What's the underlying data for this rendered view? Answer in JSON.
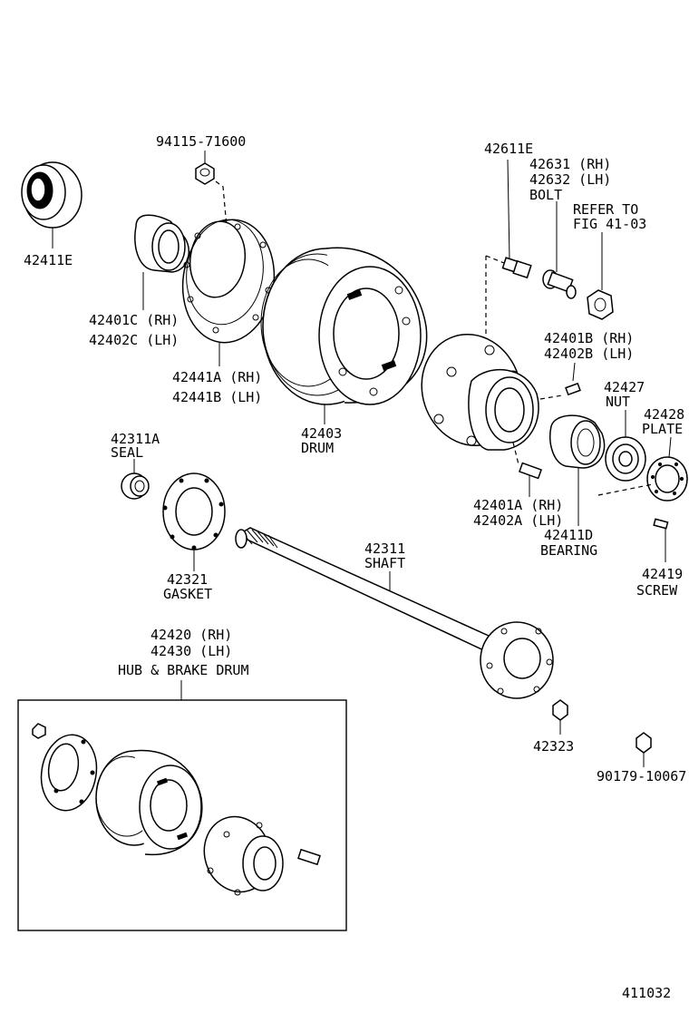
{
  "labels": {
    "p94115": "94115-71600",
    "p42411e": "42411E",
    "p42401c": "42401C (RH)",
    "p42402c": "42402C (LH)",
    "p42441a": "42441A (RH)",
    "p42441b": "42441B (LH)",
    "p42403": "42403",
    "drum": "DRUM",
    "p42611e": "42611E",
    "p42631": "42631 (RH)",
    "p42632": "42632 (LH)",
    "bolt": "BOLT",
    "refer1": "REFER TO",
    "refer2": "FIG 41-03",
    "p42401b": "42401B (RH)",
    "p42402b": "42402B (LH)",
    "p42427": "42427",
    "nut": "NUT",
    "p42428": "42428",
    "plate": "PLATE",
    "p42311a": "42311A",
    "seal": "SEAL",
    "p42321": "42321",
    "gasket": "GASKET",
    "p42401a": "42401A (RH)",
    "p42402a": "42402A (LH)",
    "p42411d": "42411D",
    "bearing": "BEARING",
    "p42311": "42311",
    "shaft": "SHAFT",
    "p42419": "42419",
    "screw": "SCREW",
    "p42420": "42420 (RH)",
    "p42430": "42430 (LH)",
    "hubdrum": "HUB & BRAKE DRUM",
    "p42323": "42323",
    "p90179": "90179-10067",
    "fig": "411032"
  }
}
